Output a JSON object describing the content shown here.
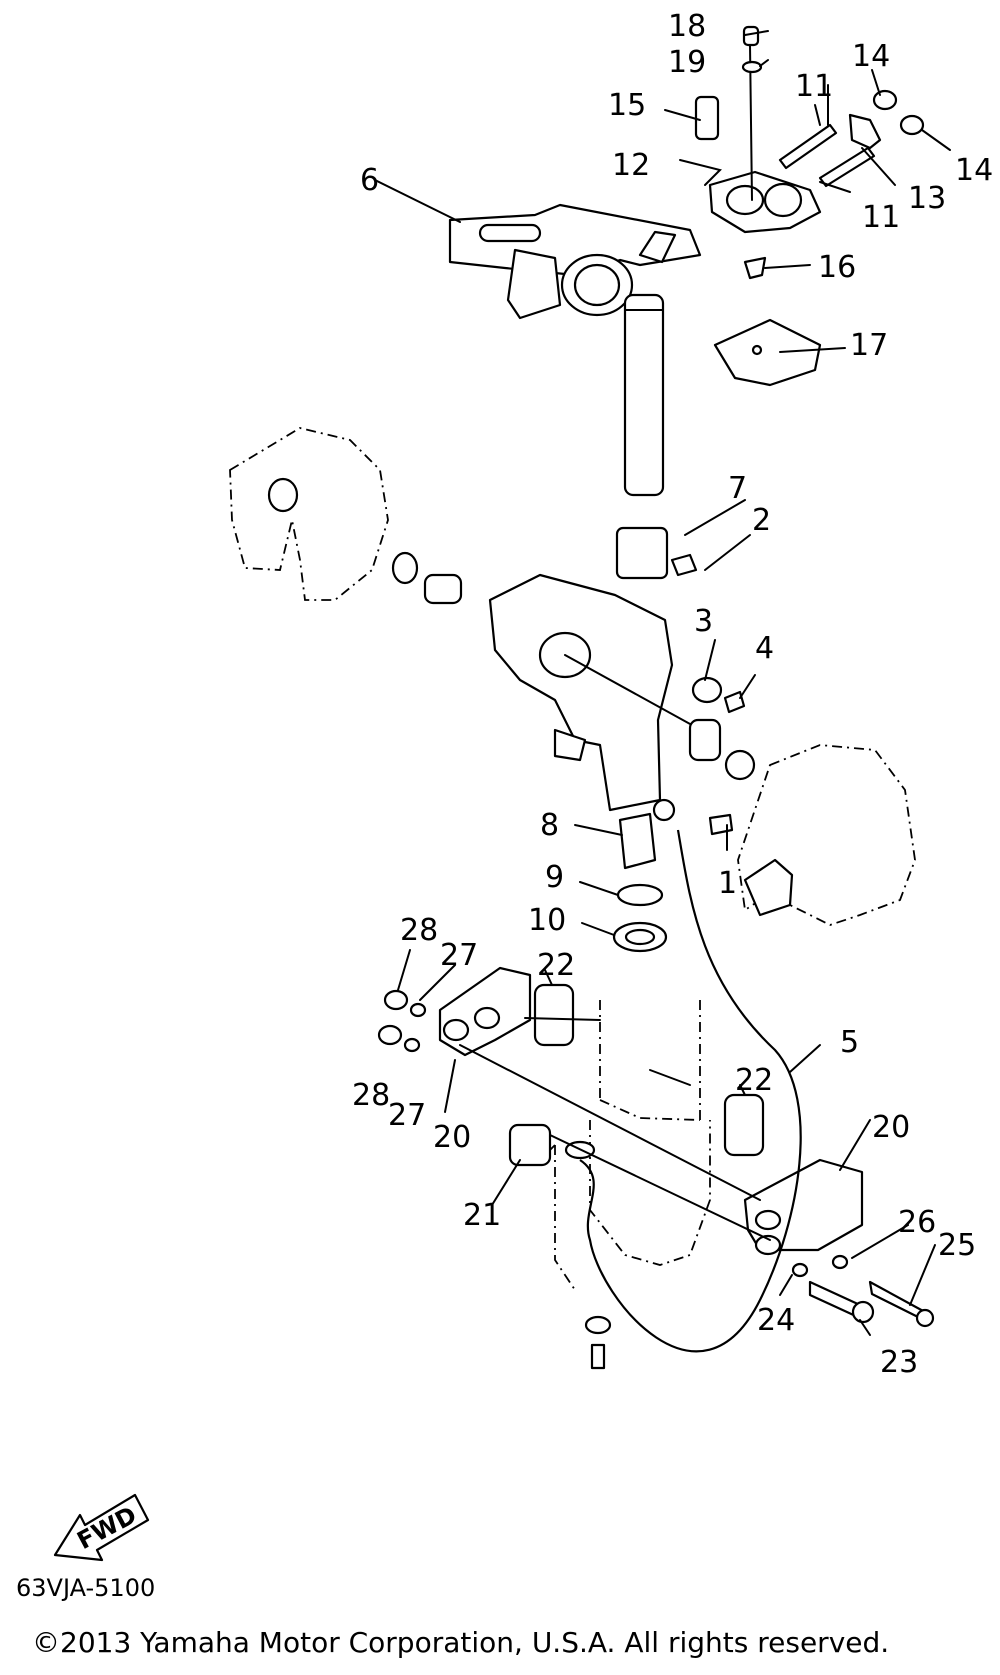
{
  "diagram": {
    "callouts": [
      "18",
      "19",
      "15",
      "14",
      "11",
      "12",
      "14",
      "13",
      "11",
      "6",
      "16",
      "17",
      "7",
      "2",
      "3",
      "4",
      "8",
      "1",
      "9",
      "10",
      "5",
      "28",
      "27",
      "22",
      "28",
      "27",
      "20",
      "22",
      "20",
      "21",
      "26",
      "25",
      "24",
      "23"
    ],
    "fwd_label": "FWD",
    "part_code": "63VJA-5100",
    "copyright": "©2013 Yamaha Motor Corporation, U.S.A. All rights reserved."
  }
}
